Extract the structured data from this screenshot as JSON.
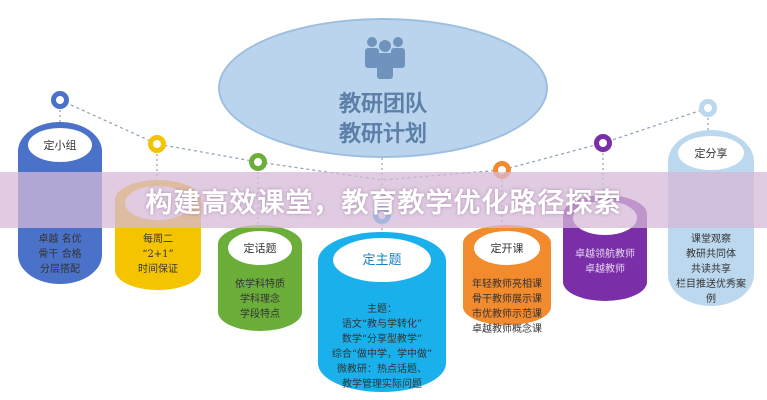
{
  "banner": {
    "title": "构建高效课堂，教育教学优化路径探索"
  },
  "center": {
    "line1": "教研团队",
    "line2": "教研计划",
    "icon": "people-group-icon",
    "color": "#b9d4ec"
  },
  "nodes": [
    {
      "title": "定小组",
      "lines": [
        "卓越 名优",
        "骨干 合格",
        "分层搭配"
      ],
      "color": "#4a72c8"
    },
    {
      "title": "",
      "lines": [
        "每周二",
        "“2+1”",
        "时间保证"
      ],
      "color": "#f5c400"
    },
    {
      "title": "定话题",
      "lines": [
        "依学科特质",
        "学科理念",
        "学段特点"
      ],
      "color": "#6cae3a"
    },
    {
      "title": "定主题",
      "lines": [
        "主题：",
        "语文“教与学转化”",
        "数学“分享型教学”",
        "综合“做中学，学中做”",
        "微教研：热点话题、",
        "教学管理实际问题"
      ],
      "color": "#1ab0ec"
    },
    {
      "title": "定开课",
      "lines": [
        "年轻教师亮相课",
        "骨干教师展示课",
        "市优教师示范课",
        "卓越教师概念课"
      ],
      "color": "#f28a2e"
    },
    {
      "title": "",
      "lines": [
        "卓越领航教师",
        "卓越教师"
      ],
      "color": "#7a2fa8"
    },
    {
      "title": "定分享",
      "lines": [
        "课堂观察",
        "教研共同体",
        "共读共享",
        "栏目推送优秀案例"
      ],
      "color": "#bcd8ee"
    }
  ]
}
